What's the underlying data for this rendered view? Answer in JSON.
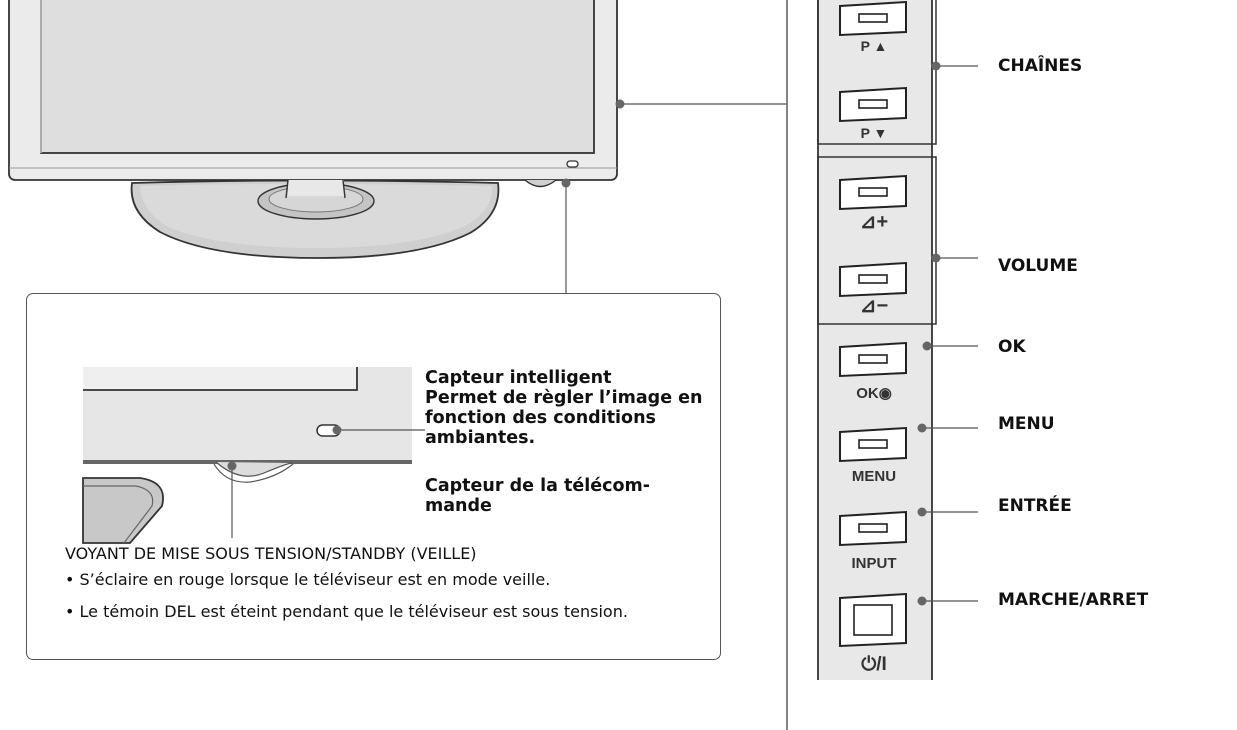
{
  "tv_buttons": [
    {
      "id": "ch-up",
      "caption": "P ▲"
    },
    {
      "id": "ch-down",
      "caption": "P ▼"
    },
    {
      "id": "vol-up",
      "caption": "⊿+"
    },
    {
      "id": "vol-down",
      "caption": "⊿−"
    },
    {
      "id": "ok",
      "caption": "OK◉"
    },
    {
      "id": "menu",
      "caption": "MENU"
    },
    {
      "id": "input",
      "caption": "INPUT"
    },
    {
      "id": "power",
      "caption": "⏻/I"
    }
  ],
  "labels": {
    "channels": "CHAÎNES",
    "volume": "VOLUME",
    "ok": "OK",
    "menu": "MENU",
    "input": "ENTRÉE",
    "power": "MARCHE/ARRET"
  },
  "callout": {
    "smart_sensor": {
      "lines": [
        "Capteur intelligent",
        "Permet de règler l’image en",
        "fonction des conditions",
        "ambiantes."
      ]
    },
    "remote_sensor": {
      "lines": [
        "Capteur de la télécom-",
        "mande"
      ]
    },
    "led_title": "VOYANT DE MISE SOUS TENSION/STANDBY (VEILLE)",
    "bullets": [
      "• S’éclaire en rouge lorsque le téléviseur est en mode veille.",
      "• Le témoin DEL est éteint pendant que le téléviseur est sous tension."
    ]
  },
  "colors": {
    "line": "#555555",
    "dot": "#6a6a6a",
    "panel_frame": "#e6e6e6",
    "screen": "#dcdcdc",
    "stand": "#d6d6d6"
  }
}
